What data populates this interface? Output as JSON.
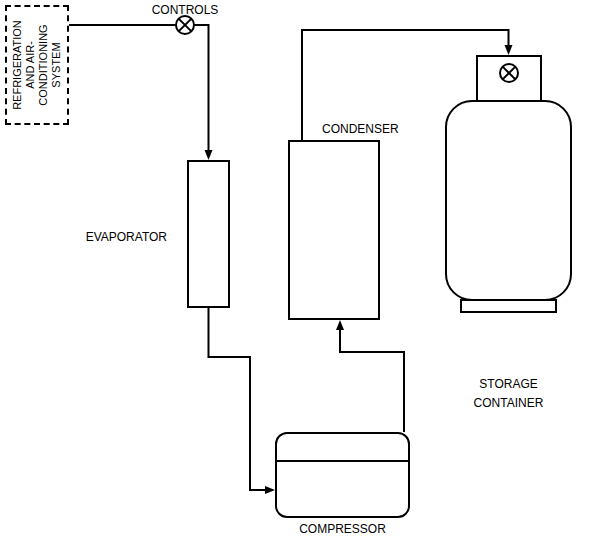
{
  "diagram": {
    "nodes": [
      {
        "text": [
          "REFRIGERATION AND AIR-CONDITIONING SYSTEM"
        ]
      },
      {
        "text": [
          "EVAPORATOR"
        ]
      },
      {
        "text": [
          "CONDENSER"
        ]
      },
      {
        "text": [
          "COMPRESSOR"
        ]
      },
      {
        "text": [
          "STORAGE CONTAINER"
        ]
      }
    ],
    "edges": [
      {
        "from": 0,
        "to": 1,
        "arrow": "to"
      },
      {
        "from": 1,
        "to": 3,
        "arrow": "to"
      },
      {
        "from": 3,
        "to": 2,
        "arrow": "to"
      },
      {
        "from": 2,
        "to": 4,
        "arrow": "to"
      }
    ],
    "labels": [
      "CONTROLS"
    ]
  }
}
